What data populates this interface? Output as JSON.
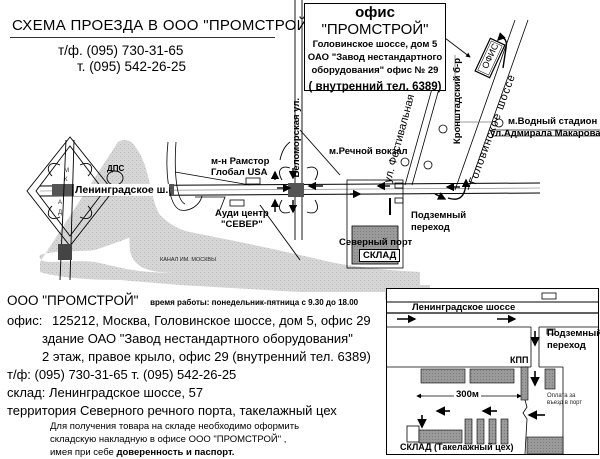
{
  "header": {
    "title": "СХЕМА  ПРОЕЗДА  В ООО \"ПРОМСТРОЙ\"",
    "phone_tf": "т/ф. (095) 730-31-65",
    "phone_t": "т. (095) 542-26-25"
  },
  "office_box": {
    "line1": "офис",
    "line2": "\"ПРОМСТРОЙ\"",
    "line3": "Головинское шоссе, дом 5",
    "line4": "ОАО \"Завод нестандартного",
    "line5": "оборудования\" офис № 29",
    "line6": "( внутренний тел. 6389)"
  },
  "map_labels": {
    "leningradskoe_sh": "Ленинградское ш.",
    "dps": "ДПС",
    "mkad": [
      "М",
      "К",
      "А",
      "Д"
    ],
    "ramstor": "м-н Рамстор",
    "global_usa": "Глобал USA",
    "audi_1": "Ауди центр",
    "audi_2": "\"СЕВЕР\"",
    "canal": "КАНАЛ ИМ. МОСКВЫ",
    "belomorskaya": "Беломорская ул.",
    "rechnoy": "м.Речной вокзал",
    "festivalnaya": "ул. Фестивальная",
    "kronshtadtsky": "Кронштадский б-р",
    "golovinskoe": "Головинское шоссе",
    "vodny": "м.Водный стадион",
    "admirala": "ул.Адмирала Макарова",
    "ofis_tag": "ОФИС",
    "underpass_1": "Подземный",
    "underpass_2": "переход",
    "north_port": "Северный порт",
    "sklad": "СКЛАД",
    "metro_glyph": "М"
  },
  "info": {
    "company": "ООО \"ПРОМСТРОЙ\"",
    "hours": "время работы: понедельник-пятница с 9.30 до 18.00",
    "office_label": "офис:",
    "office_addr": "125212, Москва, Головинское шоссе, дом 5, офис 29",
    "building": "здание ОАО \"Завод нестандартного оборудования\"",
    "floor": "2 этаж, правое крыло, офис 29  (внутренний тел. 6389)",
    "phones": "т/ф: (095) 730-31-65   т. (095) 542-26-25",
    "warehouse": "склад: Ленинградское шоссе, 57",
    "territory": "территория Северного речного порта, такелажный цех",
    "note1": "Для получения товара на складе необходимо оформить",
    "note2": "складскую накладную в офисе ООО \"ПРОМСТРОЙ\" ,",
    "note3_a": "имея при себе ",
    "note3_b": "доверенность и паспорт."
  },
  "inset": {
    "road": "Ленинградское шоссе",
    "underpass_1": "Подземный",
    "underpass_2": "переход",
    "checkpoint": "КПП",
    "distance": "300м",
    "payment_1": "Оплата за",
    "payment_2": "въезд в порт",
    "warehouse": "СКЛАД (Такелажный цех)"
  }
}
